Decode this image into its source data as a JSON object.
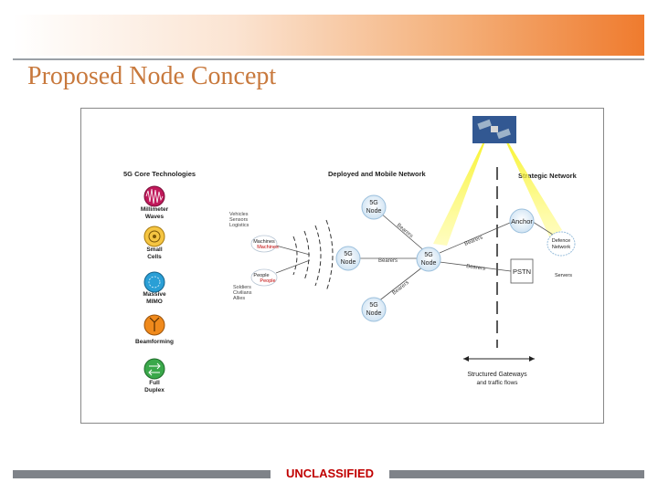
{
  "slide": {
    "title": "Proposed Node Concept",
    "classification": "UNCLASSIFIED"
  },
  "diagram": {
    "core_tech_heading": "5G Core Technologies",
    "network_heading": "Deployed and Mobile Network",
    "strategic_heading": "Strategic Network",
    "technologies": [
      {
        "line1": "Millimeter",
        "line2": "Waves",
        "color": "#c0185a",
        "icon": "waveform-icon"
      },
      {
        "line1": "Small",
        "line2": "Cells",
        "color": "#e8a317",
        "icon": "cell-icon"
      },
      {
        "line1": "Massive",
        "line2": "MIMO",
        "color": "#2a9fd6",
        "icon": "mimo-icon"
      },
      {
        "line1": "Beamforming",
        "line2": "",
        "color": "#f08a1c",
        "icon": "beam-icon"
      },
      {
        "line1": "Full",
        "line2": "Duplex",
        "color": "#3aa84a",
        "icon": "duplex-icon"
      }
    ],
    "nodes": {
      "node_label_1": "5G",
      "node_label_2": "Node",
      "anchor": "Anchor",
      "defence_1": "Defence",
      "defence_2": "Network",
      "pstn": "PSTN",
      "servers": "Servers"
    },
    "endpoints": {
      "vehicles_1": "Vehicles",
      "vehicles_2": "Sensors",
      "vehicles_3": "Logistics",
      "machines_1": "Machines",
      "machines_2": "Machines",
      "people_1": "People",
      "people_2": "People",
      "soldiers_1": "Soldiers",
      "soldiers_2": "Civilians",
      "soldiers_3": "Allies"
    },
    "bearers": "Bearers",
    "gateways_1": "Structured Gateways",
    "gateways_2": "and traffic flows"
  }
}
